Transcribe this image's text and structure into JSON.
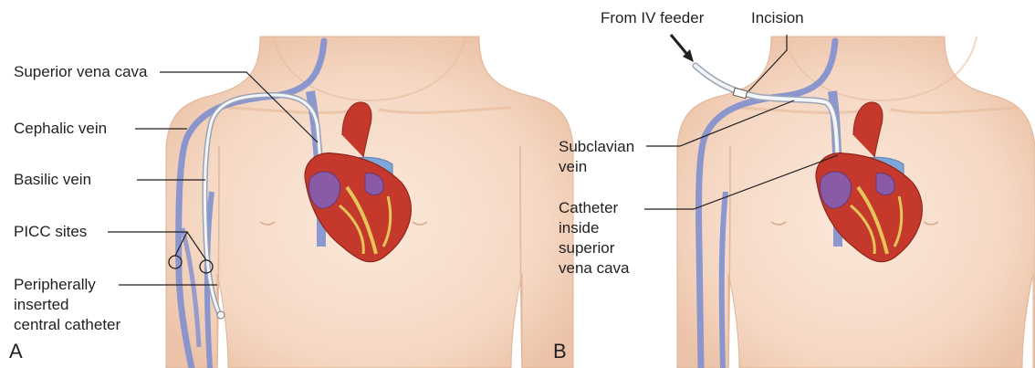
{
  "panel_a": {
    "letter": "A",
    "labels": {
      "superior_vena_cava": "Superior vena cava",
      "cephalic_vein": "Cephalic vein",
      "basilic_vein": "Basilic vein",
      "picc_sites": "PICC sites",
      "picc_line1": "Peripherally",
      "picc_line2": "inserted",
      "picc_line3": "central catheter"
    }
  },
  "panel_b": {
    "letter": "B",
    "labels": {
      "from_iv_feeder": "From IV feeder",
      "incision": "Incision",
      "subclavian_line1": "Subclavian",
      "subclavian_line2": "vein",
      "catheter_line1": "Catheter",
      "catheter_line2": "inside",
      "catheter_line3": "superior",
      "catheter_line4": "vena cava"
    }
  },
  "colors": {
    "skin": "#f6dccb",
    "skin_shadow": "#ecc3a8",
    "vein": "#7f8fcf",
    "heart_red": "#c4392b",
    "heart_dark": "#9e2a20",
    "fat_yellow": "#e7c45a",
    "atrium_purple": "#8a5aa6",
    "vein_blue": "#7ea6d8",
    "catheter": "#e9edf2",
    "leader": "#231f20"
  }
}
